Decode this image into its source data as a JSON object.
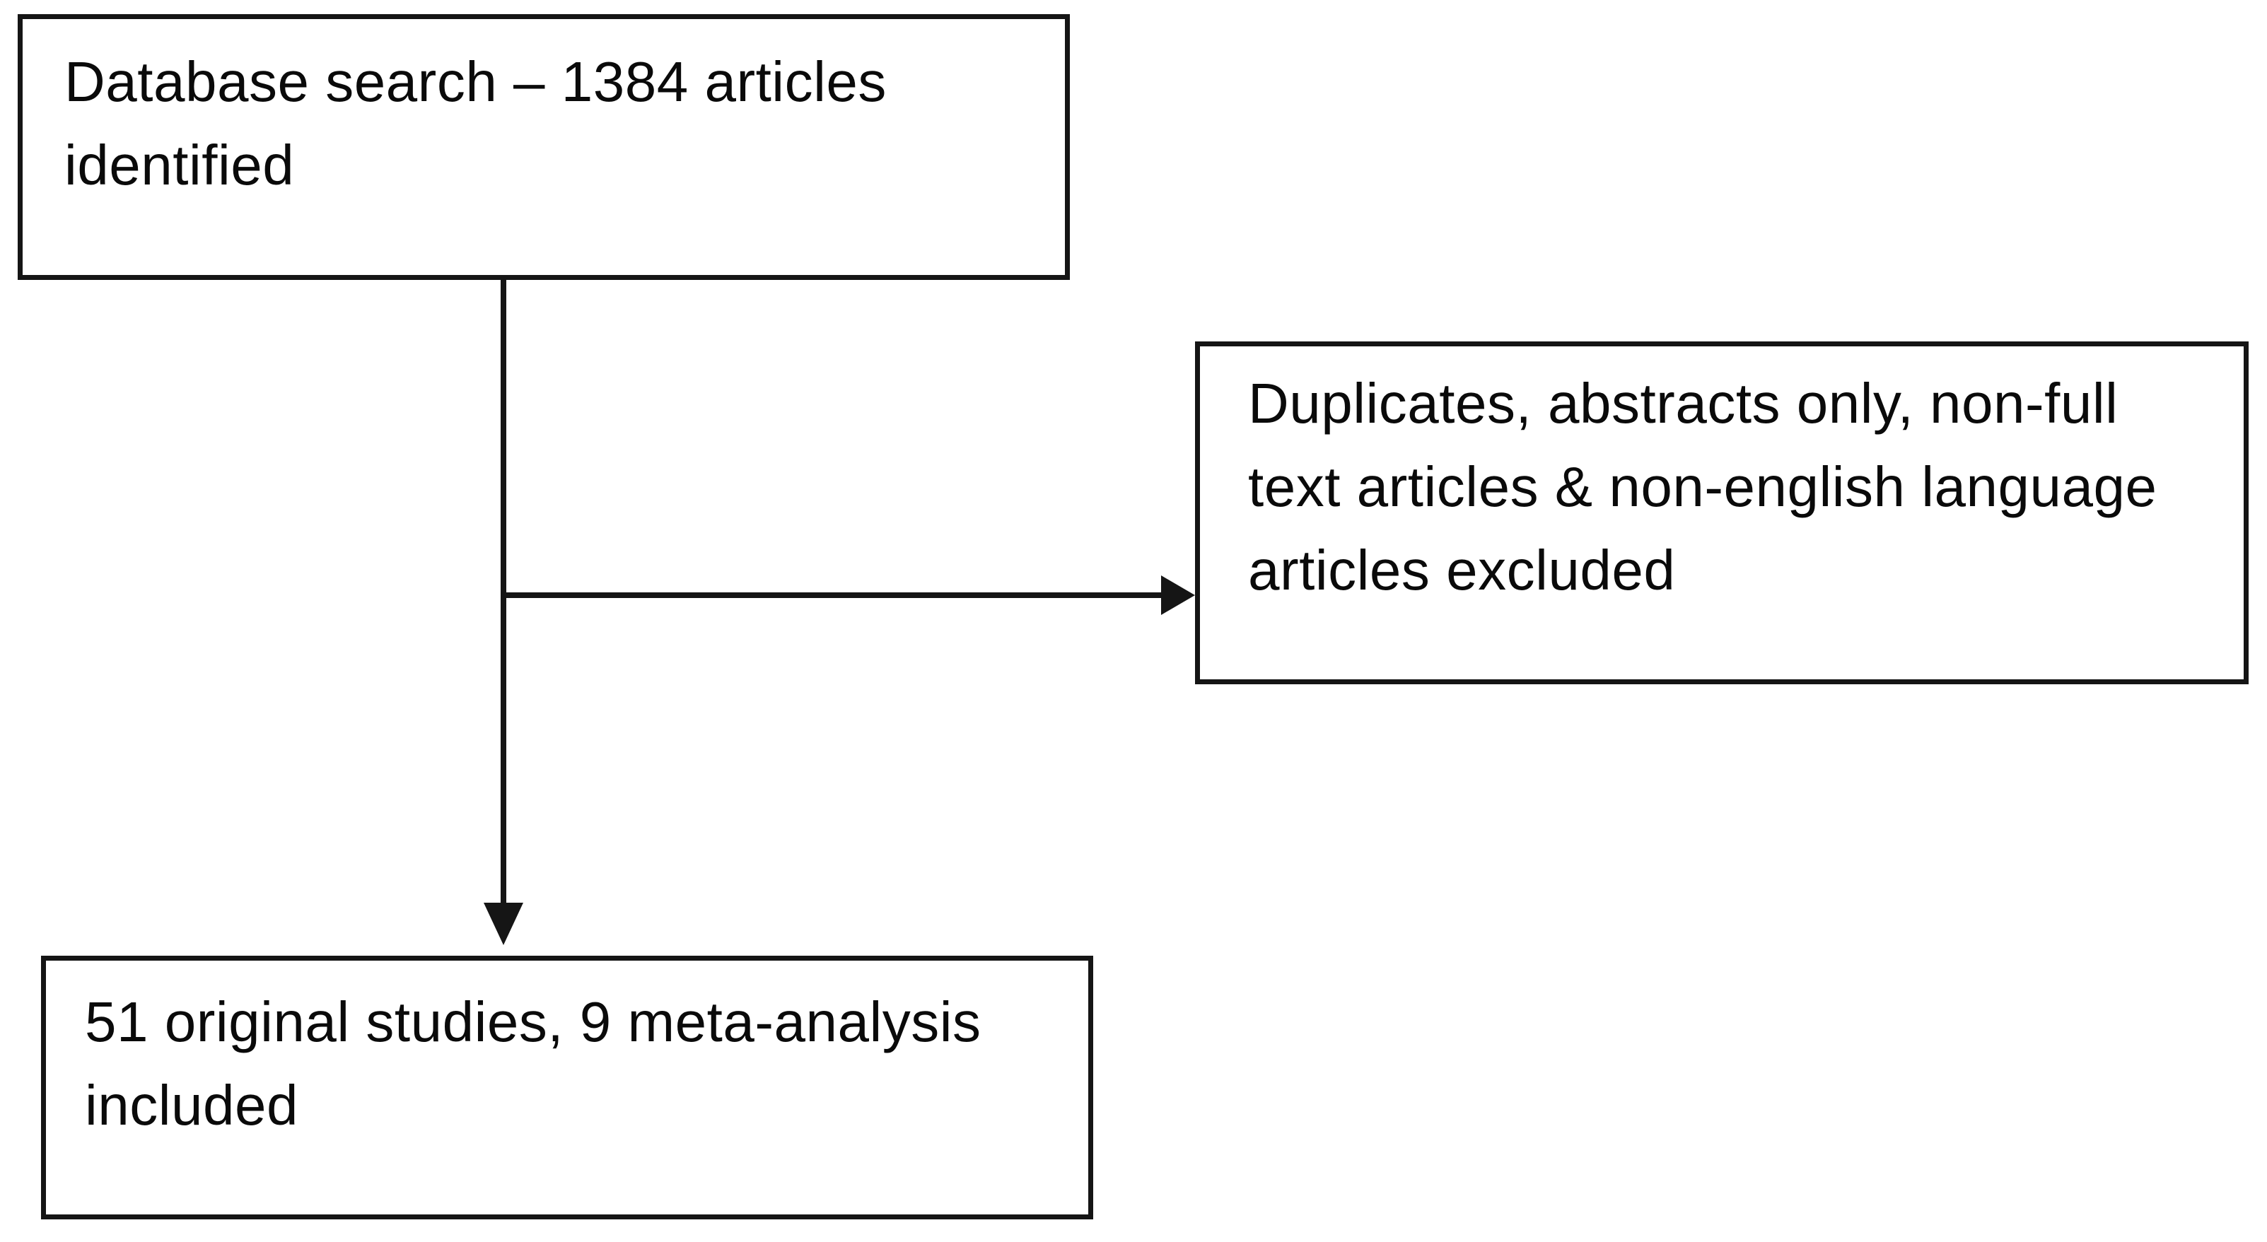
{
  "diagram": {
    "type": "flowchart",
    "background_color": "#ffffff",
    "line_color": "#151515",
    "text_color": "#0a0a0a",
    "nodes": [
      {
        "id": "database-search",
        "text": "Database search – 1384 articles\nidentified"
      },
      {
        "id": "excluded",
        "text": "Duplicates, abstracts only, non-full\ntext articles & non-english language\narticles excluded"
      },
      {
        "id": "included",
        "text": "51 original studies, 9 meta-analysis\nincluded"
      }
    ],
    "edges": [
      {
        "from": "database-search",
        "to": "included",
        "direction": "down",
        "arrowhead": "filled-triangle"
      },
      {
        "from": "database-search",
        "to": "excluded",
        "direction": "right",
        "arrowhead": "filled-triangle"
      }
    ]
  }
}
